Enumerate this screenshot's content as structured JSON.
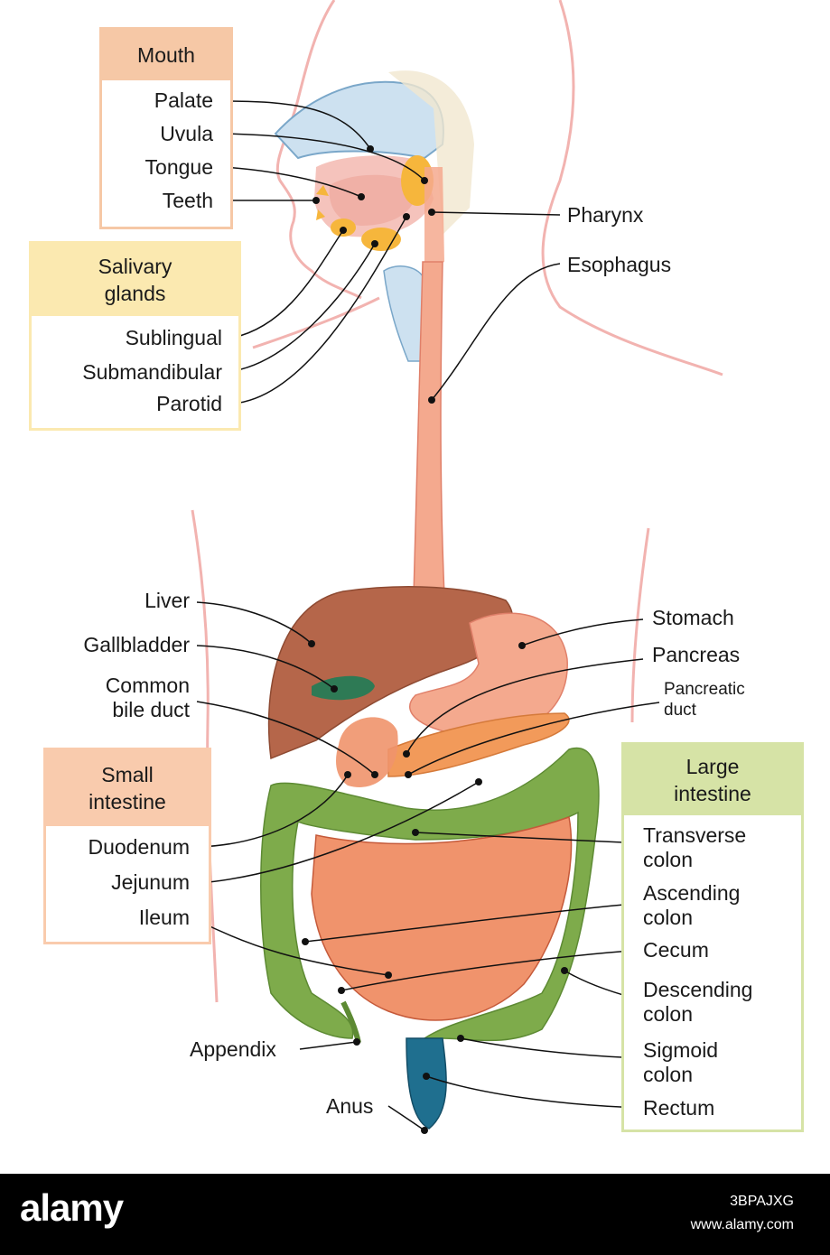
{
  "groups": {
    "mouth": {
      "title": "Mouth",
      "color": "#f6c8a6",
      "border": "#f6c8a6"
    },
    "salivary": {
      "title_line1": "Salivary",
      "title_line2": "glands",
      "color": "#fbe9b0",
      "border": "#fbe9b0"
    },
    "small_intestine": {
      "title_line1": "Small",
      "title_line2": "intestine",
      "color": "#f9cbad",
      "border": "#f9cbad"
    },
    "large_intestine": {
      "title_line1": "Large",
      "title_line2": "intestine",
      "color": "#d6e3a6",
      "border": "#d6e3a6"
    }
  },
  "labels": {
    "palate": "Palate",
    "uvula": "Uvula",
    "tongue": "Tongue",
    "teeth": "Teeth",
    "pharynx": "Pharynx",
    "esophagus": "Esophagus",
    "sublingual": "Sublingual",
    "submandibular": "Submandibular",
    "parotid": "Parotid",
    "liver": "Liver",
    "gallbladder": "Gallbladder",
    "common_bile_duct_line1": "Common",
    "common_bile_duct_line2": "bile duct",
    "stomach": "Stomach",
    "pancreas": "Pancreas",
    "pancreatic_duct_line1": "Pancreatic",
    "pancreatic_duct_line2": "duct",
    "duodenum": "Duodenum",
    "jejunum": "Jejunum",
    "ileum": "Ileum",
    "transverse_colon_line1": "Transverse",
    "transverse_colon_line2": "colon",
    "ascending_colon_line1": "Ascending",
    "ascending_colon_line2": "colon",
    "cecum": "Cecum",
    "descending_colon_line1": "Descending",
    "descending_colon_line2": "colon",
    "sigmoid_colon_line1": "Sigmoid",
    "sigmoid_colon_line2": "colon",
    "rectum": "Rectum",
    "appendix": "Appendix",
    "anus": "Anus"
  },
  "colors": {
    "body_outline": "#f2b3b0",
    "esophagus": "#f4a98e",
    "liver": "#b5664a",
    "stomach": "#f4a98e",
    "small_intestine": "#f0936c",
    "large_intestine": "#7eab4b",
    "rectum": "#1f6f8f",
    "gallbladder": "#2e7a55",
    "pancreas": "#f29a5a",
    "nasal": "#cde1f0",
    "gland": "#f6b63c"
  },
  "footer": {
    "logo": "alamy",
    "image_id": "3BPAJXG",
    "site": "www.alamy.com"
  }
}
